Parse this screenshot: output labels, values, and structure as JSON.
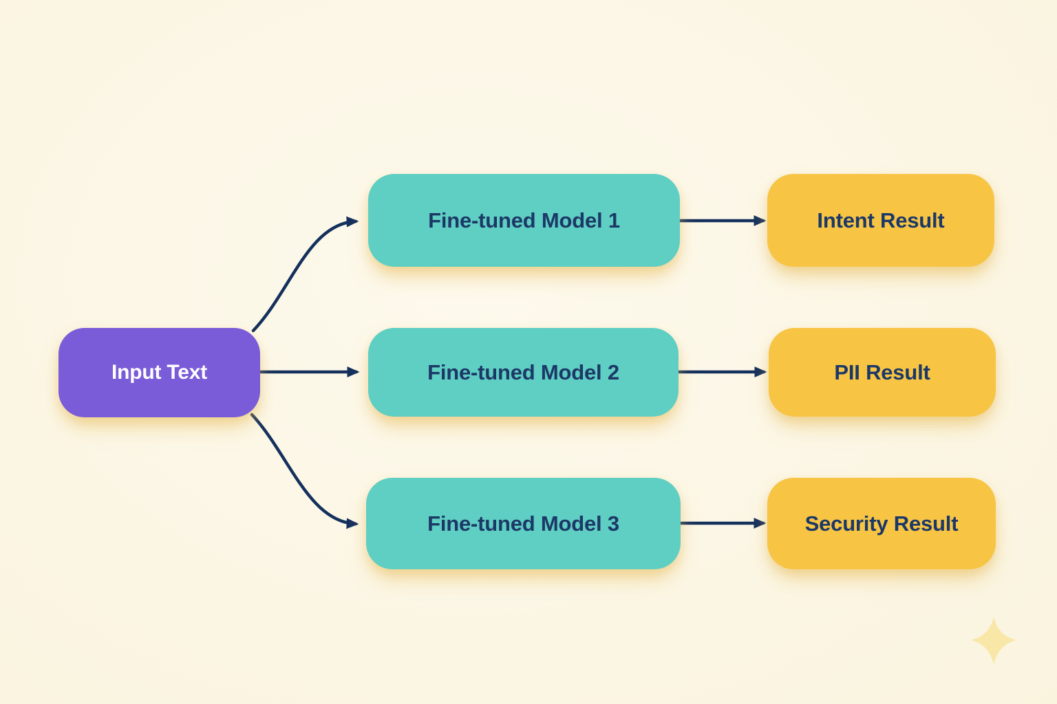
{
  "diagram": {
    "input_node": {
      "id": "input",
      "label": "Input Text"
    },
    "model_nodes": [
      {
        "id": "model-1",
        "label": "Fine-tuned Model 1"
      },
      {
        "id": "model-2",
        "label": "Fine-tuned Model 2"
      },
      {
        "id": "model-3",
        "label": "Fine-tuned Model 3"
      }
    ],
    "result_nodes": [
      {
        "id": "intent-result",
        "label": "Intent Result"
      },
      {
        "id": "pii-result",
        "label": "PII Result"
      },
      {
        "id": "security-result",
        "label": "Security Result"
      }
    ],
    "edges": [
      {
        "from": "input",
        "to": "model-1"
      },
      {
        "from": "input",
        "to": "model-2"
      },
      {
        "from": "input",
        "to": "model-3"
      },
      {
        "from": "model-1",
        "to": "intent-result"
      },
      {
        "from": "model-2",
        "to": "pii-result"
      },
      {
        "from": "model-3",
        "to": "security-result"
      }
    ],
    "colors": {
      "background": "#FBF6E4",
      "input_node": "#7A5BD8",
      "model_node": "#5FCEC3",
      "result_node": "#F7C444",
      "arrow": "#14305C",
      "text_dark": "#1C3866",
      "text_light": "#FFFFFF",
      "sparkle": "#F8E7A6"
    },
    "icons": {
      "sparkle": "four-point-star"
    }
  }
}
